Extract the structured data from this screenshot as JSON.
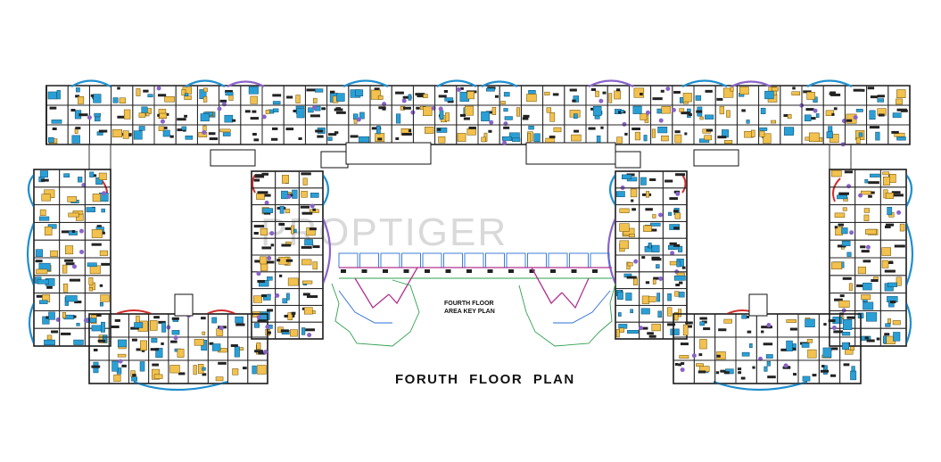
{
  "watermark": "PROPTIGER",
  "key_plan_title_line1": "FOURTH FLOOR",
  "key_plan_title_line2": "AREA KEY PLAN",
  "plan_title": "FORUTH FLOOR PLAN",
  "colors": {
    "wall": "#111111",
    "furniture_blue": "#2a9fd6",
    "furniture_yellow": "#f2c14e",
    "column_purple": "#8a63c9",
    "accent_red": "#d12b2b",
    "key_plan_green": "#2fa04f",
    "key_plan_blue": "#2a6fd6",
    "key_plan_magenta": "#b0338f",
    "watermark": "#d9d9d9"
  }
}
